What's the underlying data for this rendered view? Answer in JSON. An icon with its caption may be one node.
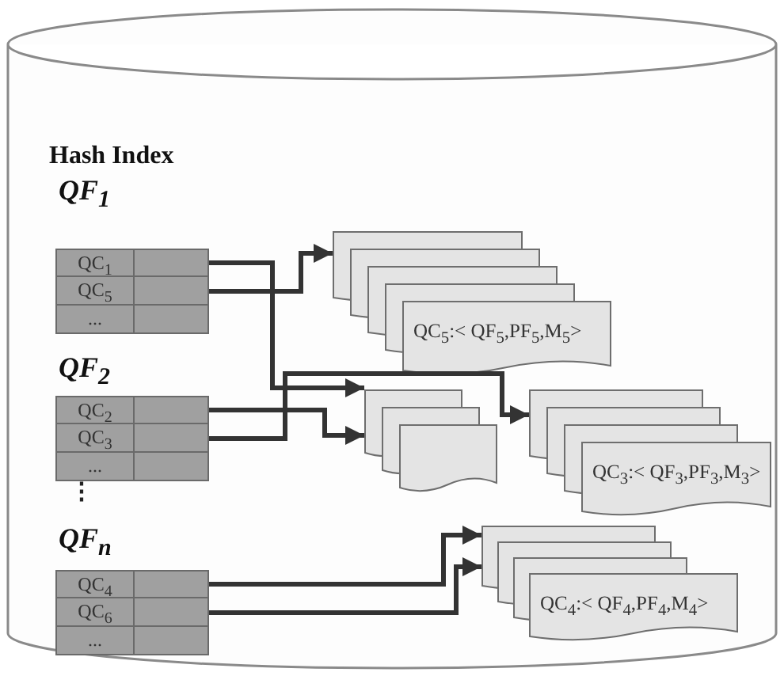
{
  "diagram": {
    "nodes": [
      {
        "text": [
          "Hash Index"
        ]
      },
      {
        "text": [
          "QF$_{1}$"
        ],
        "in": 0
      },
      {
        "text": [
          "QC$_{1}$"
        ],
        "in": 1
      },
      {
        "text": [
          "QC$_{5}$"
        ],
        "in": 1
      },
      {
        "text": [
          "..."
        ],
        "in": 1
      },
      {
        "text": [
          "QF$_{2}$"
        ],
        "in": 0
      },
      {
        "text": [
          "QC$_{2}$"
        ],
        "in": 5
      },
      {
        "text": [
          "QC$_{3}$"
        ],
        "in": 5
      },
      {
        "text": [
          "..."
        ],
        "in": 5
      },
      {
        "text": [
          "QF$_{n}$"
        ],
        "in": 0
      },
      {
        "text": [
          "QC$_{4}$"
        ],
        "in": 9
      },
      {
        "text": [
          "QC$_{6}$"
        ],
        "in": 9
      },
      {
        "text": [
          "..."
        ],
        "in": 9
      },
      {
        "text": [
          "QC$_{5}$:< QF$_{5}$,PF$_{5}$,M$_{5}$>"
        ],
        "in": 0
      },
      {
        "text": [],
        "shape": "box",
        "in": 0
      },
      {
        "text": [
          "QC$_{3}$:< QF$_{3}$,PF$_{3}$,M$_{3}$>"
        ],
        "in": 0
      },
      {
        "text": [
          "QC$_{4}$:< QF$_{4}$,PF$_{4}$,M$_{4}$>"
        ],
        "in": 0
      }
    ],
    "edges": [
      {
        "from": 2,
        "to": 14,
        "arrow": "to"
      },
      {
        "from": 3,
        "to": 13,
        "arrow": "to"
      },
      {
        "from": 6,
        "to": 14,
        "arrow": "to"
      },
      {
        "from": 7,
        "to": 15,
        "arrow": "to"
      },
      {
        "from": 10,
        "to": 16,
        "arrow": "to"
      },
      {
        "from": 11,
        "to": 16,
        "arrow": "to"
      }
    ],
    "labels": [
      "⋮"
    ]
  }
}
